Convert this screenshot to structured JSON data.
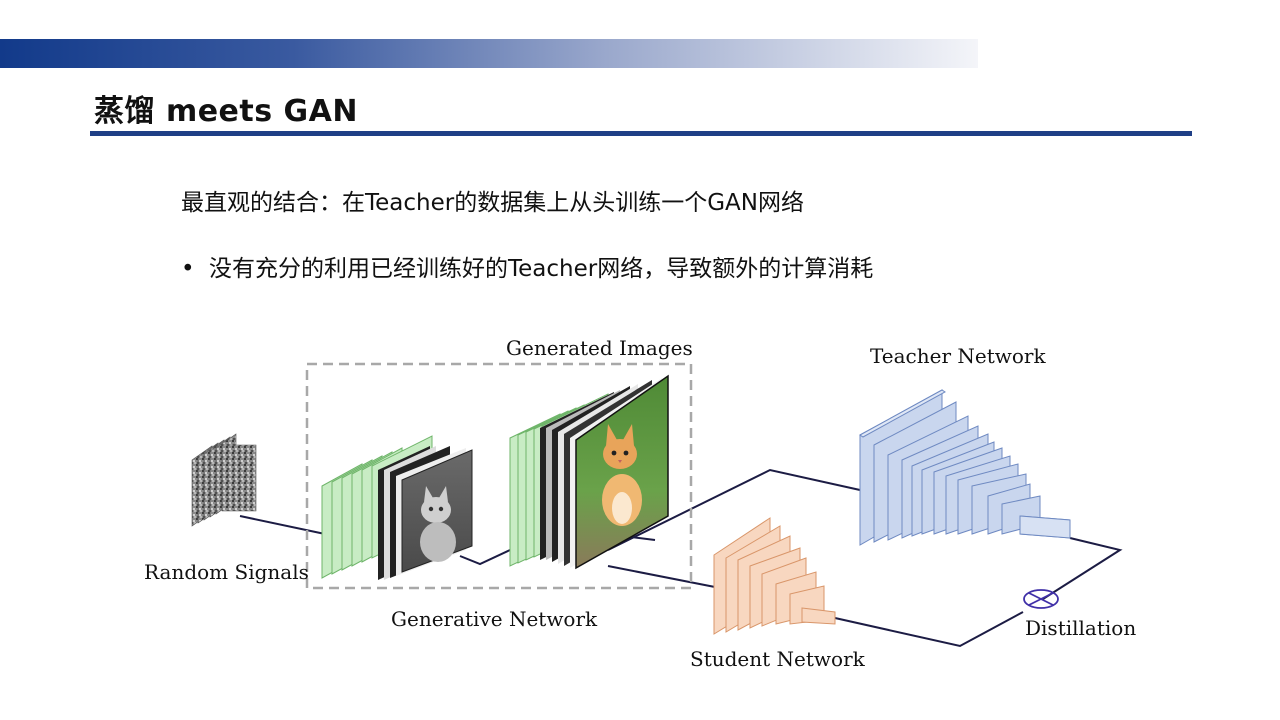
{
  "slide": {
    "title": "蒸馏 meets GAN",
    "line1": "最直观的结合：在Teacher的数据集上从头训练一个GAN网络",
    "bullet_symbol": "•",
    "bullet1": "没有充分的利用已经训练好的Teacher网络，导致额外的计算消耗"
  },
  "diagram": {
    "labels": {
      "generated_images": "Generated Images",
      "teacher_network": "Teacher Network",
      "random_signals": "Random Signals",
      "generative_network": "Generative Network",
      "student_network": "Student Network",
      "distillation": "Distillation"
    },
    "colors": {
      "generator_layers": "#c8ecc4",
      "teacher_layers": "#c9d6ee",
      "student_layers": "#f8d7c0",
      "lines": "#1c1c44",
      "distill_symbol": "#4030a8"
    }
  }
}
